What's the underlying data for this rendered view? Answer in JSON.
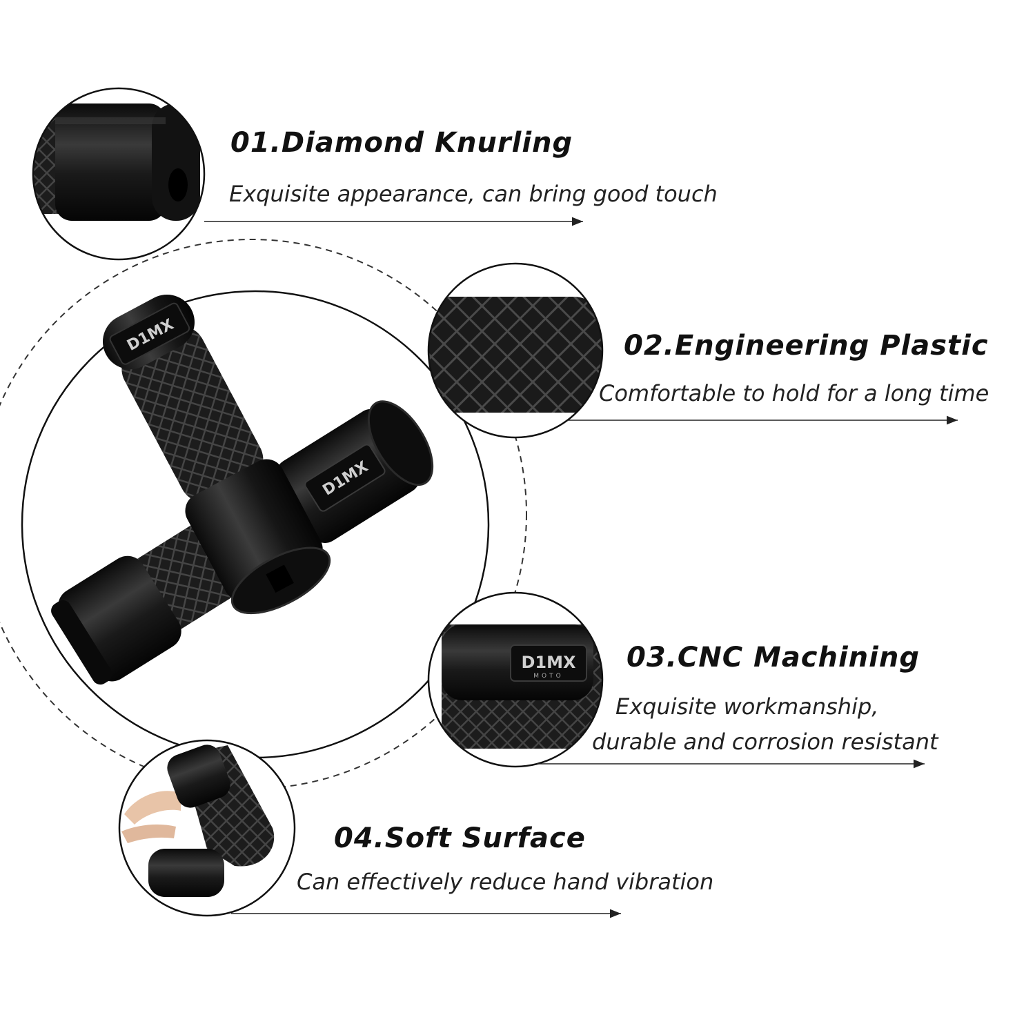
{
  "brand": {
    "logo_text": "D1MX",
    "logo_sub": "MOTO"
  },
  "features": [
    {
      "title": "01.Diamond Knurling",
      "lines": [
        "Exquisite appearance, can bring good touch"
      ]
    },
    {
      "title": "02.Engineering Plastic",
      "lines": [
        "Comfortable to hold for a long time"
      ]
    },
    {
      "title": "03.CNC Machining",
      "lines": [
        "Exquisite workmanship,",
        "durable and corrosion resistant"
      ]
    },
    {
      "title": "04.Soft Surface",
      "lines": [
        "Can effectively reduce hand vibration"
      ]
    }
  ],
  "colors": {
    "grip_dark": "#111111",
    "grip_mid": "#2a2a2a",
    "outline": "#111111",
    "dash": "#333333"
  }
}
